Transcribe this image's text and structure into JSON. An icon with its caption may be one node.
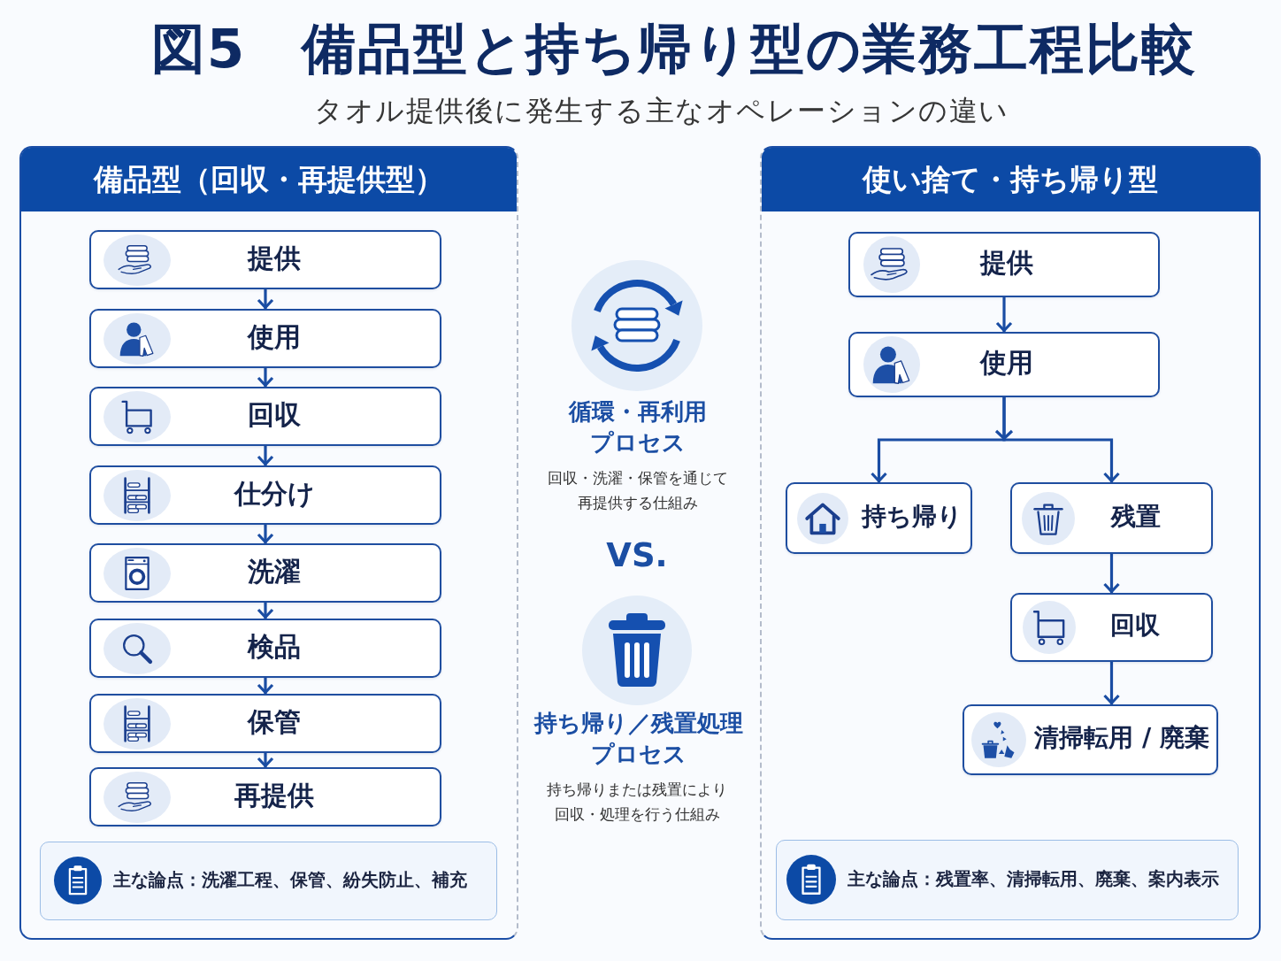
{
  "diagram": {
    "title": "図5　備品型と持ち帰り型の業務工程比較",
    "nodes": [
      {
        "text": [
          "備品型（回収・再提供型）"
        ]
      },
      {
        "text": [
          "提供"
        ],
        "in": 0
      },
      {
        "text": [
          "使用"
        ],
        "in": 0
      },
      {
        "text": [
          "回収"
        ],
        "in": 0
      },
      {
        "text": [
          "仕分け"
        ],
        "in": 0
      },
      {
        "text": [
          "洗濯"
        ],
        "in": 0
      },
      {
        "text": [
          "検品"
        ],
        "in": 0
      },
      {
        "text": [
          "保管"
        ],
        "in": 0
      },
      {
        "text": [
          "再提供"
        ],
        "in": 0
      },
      {
        "text": [
          "主な論点：洗濯工程、保管、紛失防止、補充"
        ],
        "in": 0
      },
      {
        "text": [
          "使い捨て・持ち帰り型"
        ]
      },
      {
        "text": [
          "提供"
        ],
        "in": 10
      },
      {
        "text": [
          "使用"
        ],
        "in": 10
      },
      {
        "text": [
          "持ち帰り"
        ],
        "in": 10
      },
      {
        "text": [
          "残置"
        ],
        "in": 10
      },
      {
        "text": [
          "回収"
        ],
        "in": 10
      },
      {
        "text": [
          "清掃転用 / 廃棄"
        ],
        "in": 10
      },
      {
        "text": [
          "主な論点：残置率、清掃転用、廃棄、案内表示"
        ],
        "in": 10
      }
    ],
    "edges": [
      {
        "from": 1,
        "to": 2,
        "arrow": "to"
      },
      {
        "from": 2,
        "to": 3,
        "arrow": "to"
      },
      {
        "from": 3,
        "to": 4,
        "arrow": "to"
      },
      {
        "from": 4,
        "to": 5,
        "arrow": "to"
      },
      {
        "from": 5,
        "to": 6,
        "arrow": "to"
      },
      {
        "from": 6,
        "to": 7,
        "arrow": "to"
      },
      {
        "from": 7,
        "to": 8,
        "arrow": "to"
      },
      {
        "from": 11,
        "to": 12,
        "arrow": "to"
      },
      {
        "from": 12,
        "to": 13,
        "arrow": "to"
      },
      {
        "from": 12,
        "to": 14,
        "arrow": "to"
      },
      {
        "from": 14,
        "to": 15,
        "arrow": "to"
      },
      {
        "from": 15,
        "to": 16,
        "arrow": "to"
      }
    ],
    "labels": [
      "タオル提供後に発生する主なオペレーションの違い",
      "循環・再利用プロセス",
      "回収・洗濯・保管を通じて再提供する仕組み",
      "VS.",
      "持ち帰り／残置処理プロセス",
      "持ち帰りまたは残置により回収・処理を行う仕組み"
    ]
  }
}
